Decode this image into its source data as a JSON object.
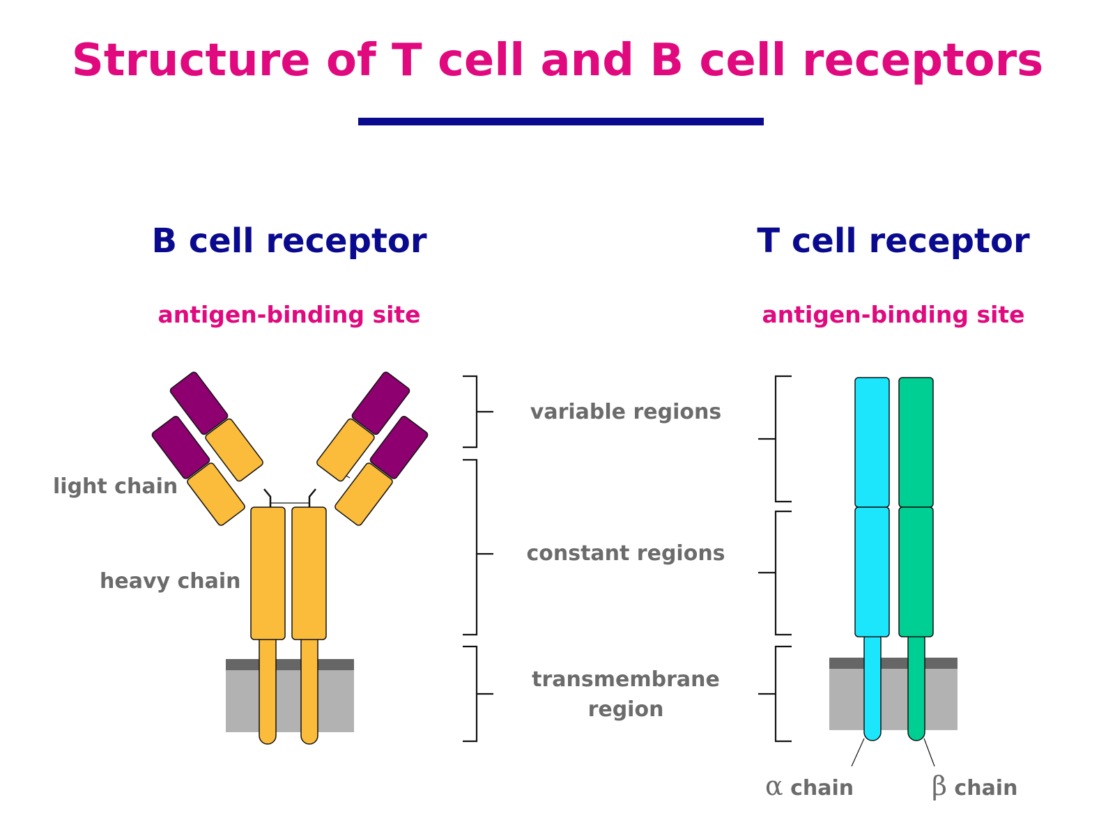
{
  "title": "Structure of T cell and B cell receptors",
  "b_cell": {
    "heading": "B cell receptor",
    "antigen_site": "antigen-binding site",
    "light_chain": "light chain",
    "heavy_chain": "heavy chain"
  },
  "t_cell": {
    "heading": "T cell receptor",
    "antigen_site": "antigen-binding site",
    "alpha_symbol": "α",
    "beta_symbol": "β",
    "chain_word": "chain"
  },
  "regions": {
    "variable": "variable regions",
    "constant": "constant regions",
    "transmembrane_line1": "transmembrane",
    "transmembrane_line2": "region"
  },
  "colors": {
    "title": "#e0097e",
    "heading": "#0a0a8f",
    "heavy_light_constant": "#fbbb3b",
    "variable_purple": "#8e0070",
    "alpha": "#1ce6fc",
    "beta": "#00cf93",
    "membrane_light": "#b2b2b2",
    "membrane_dark": "#666666",
    "label_gray": "#6b6b6b"
  }
}
